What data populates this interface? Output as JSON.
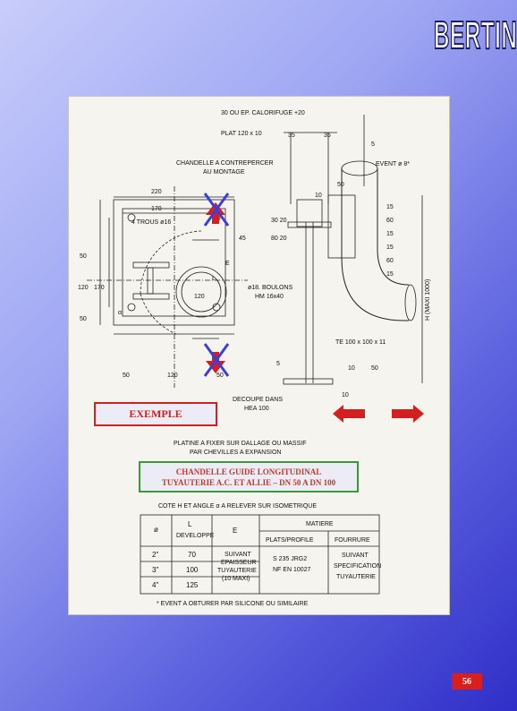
{
  "logo": {
    "text": "BERTIN F."
  },
  "drawing": {
    "dim_top": "30 OU EP. CALORIFUGE +20",
    "plat": "PLAT 120 x 10",
    "dim_35a": "35",
    "dim_35b": "35",
    "chandelle": "CHANDELLE A CONTREPERCER",
    "chandelle2": "AU MONTAGE",
    "delta5_top": "5",
    "event": "EVENT ø 8*",
    "dim_220": "220",
    "dim_170": "170",
    "trous": "4 TROUS ø16",
    "dim_10": "10",
    "dim_30_20": "30 20",
    "dim_80_20": "80 20",
    "dim_45": "45",
    "dim_50": "50",
    "dim_120": "120",
    "dim_170v": "170",
    "dim_50b": "50",
    "dim_120b": "120",
    "dim_50c": "50",
    "dim_50d": "50",
    "e_label": "E",
    "l_label": "L",
    "alpha": "α",
    "dim_120r": "120",
    "boulons": "ø18. BOULONS",
    "boulons2": "HM 16x40",
    "dim_15a": "15",
    "dim_60a": "60",
    "dim_15b": "15",
    "dim_15c": "15",
    "dim_60b": "60",
    "dim_15d": "15",
    "dim_50e": "50",
    "h_maxi": "H (MAXI 1000)",
    "te": "TE 100 x 100 x 11",
    "delta5_bot": "5",
    "dim_10b": "10",
    "dim_50f": "50",
    "decoupe": "DECOUPE DANS",
    "hea": "HEA 100",
    "dim_10c": "10",
    "platine": "PLATINE A FIXER SUR DALLAGE OU MASSIF",
    "platine2": "PAR CHEVILLES A EXPANSION",
    "cote": "COTE H ET ANGLE α A RELEVER SUR ISOMETRIQUE"
  },
  "table": {
    "headers": {
      "diam": "ø",
      "l": "L",
      "l2": "DEVELOPPE",
      "e": "E",
      "matiere": "MATIERE",
      "plats": "PLATS/PROFILE",
      "fourrure": "FOURRURE"
    },
    "rows": [
      {
        "diam": "2\"",
        "l": "70"
      },
      {
        "diam": "3\"",
        "l": "100"
      },
      {
        "diam": "4\"",
        "l": "125"
      }
    ],
    "e_text": [
      "SUIVANT",
      "EPAISSEUR",
      "TUYAUTERIE",
      "(10 MAXI)"
    ],
    "plats_text": [
      "S 235 JRG2",
      "NF EN 10027"
    ],
    "fourrure_text": [
      "SUIVANT",
      "SPECIFICATION",
      "TUYAUTERIE"
    ],
    "footnote": "* EVENT A OBTURER PAR SILICONE OU SIMILAIRE"
  },
  "example_label": "EXEMPLE",
  "caption": {
    "line1": "CHANDELLE GUIDE LONGITUDINAL",
    "line2": "TUYAUTERIE A.C. ET ALLIE – DN 50 A DN 100"
  },
  "page_number": "56",
  "colors": {
    "red": "#d21f1f",
    "green": "#3a9a3a",
    "blue_cross": "#3b3fd8"
  }
}
